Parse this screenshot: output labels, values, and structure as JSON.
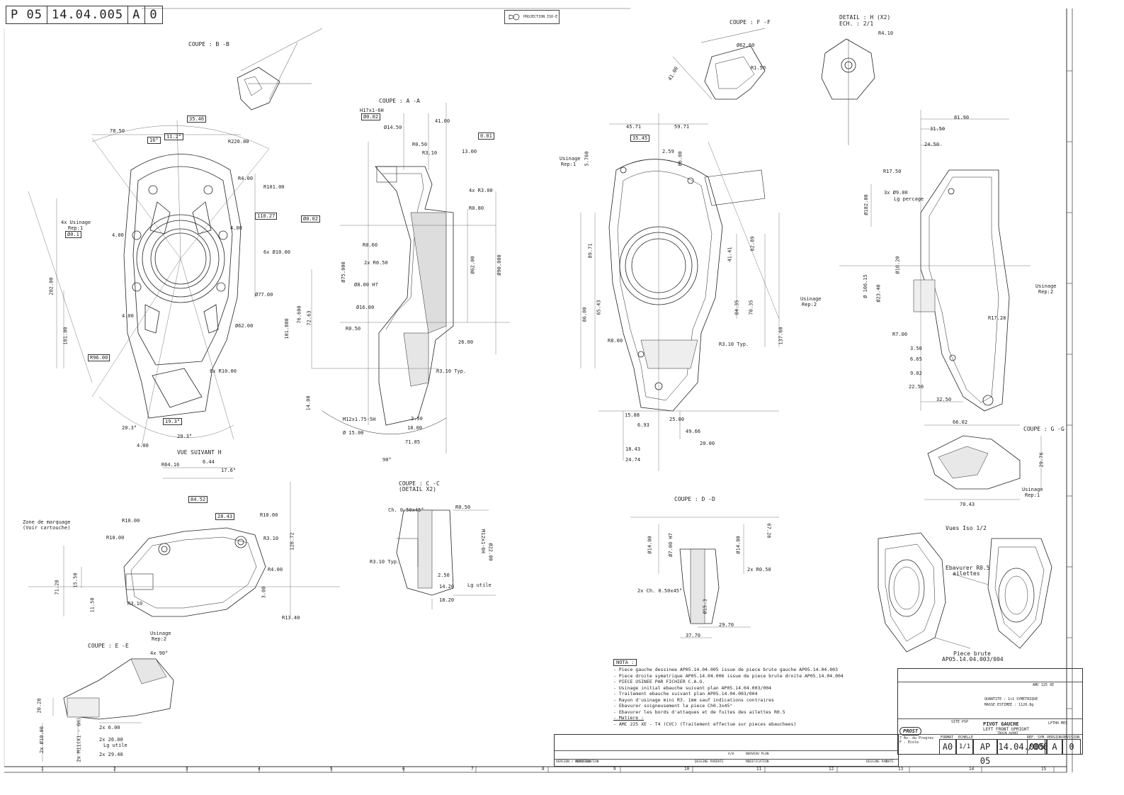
{
  "ref": [
    "P 05",
    "14.04.005",
    "A",
    "0"
  ],
  "projection": "PROJECTION ISO-E",
  "views": {
    "coupe_bb": "COUPE : B -B",
    "coupe_aa": "COUPE : A -A",
    "coupe_ff": "COUPE : F -F",
    "detail_h": "DETAIL : H (X2)",
    "detail_ech": "ECH. : 2/1",
    "vue_h": "VUE SUIVANT H",
    "coupe_cc": "COUPE : C -C",
    "coupe_cc_sub": "(DETAIL X2)",
    "coupe_dd": "COUPE : D -D",
    "coupe_ee": "COUPE : E -E",
    "coupe_gg": "COUPE : G -G",
    "vues_iso": "Vues Iso 1/2"
  },
  "dims": {
    "d3546": "35.46",
    "d7850": "78.50",
    "d1127": "11.2°",
    "d16": "16°",
    "r220": "R220.00",
    "r101": "R101.00",
    "r400": "R4.00",
    "d11027": "110.27",
    "d6x10": "6x Ø10.00",
    "d77": "Ø77.00",
    "d62": "Ø62.00",
    "r96": "R96.00",
    "r8x10": "8x R10.00",
    "d19": "19.3°",
    "d203": "20.3°",
    "d203b": "20.3°",
    "usin4x": "4x Usinage",
    "rep1": "Rep:1",
    "d01": "Ø0.1",
    "d2020": "202.00",
    "d101": "101.00",
    "d400a": "4.00",
    "d400b": "4.00",
    "d400c": "4.00",
    "d400d": "4.00",
    "h17": "H17x1-6H",
    "d002": "Ø0.02",
    "d1450": "Ø14.50",
    "d4100": "41.00",
    "d001": "0.01",
    "r050": "R0.50",
    "r310": "R3.10",
    "d1300": "13.00",
    "r4x3": "4x R3.00",
    "r080": "R0.80",
    "d0020a": "Ø0.02",
    "r060": "R0.60",
    "r2x050": "2x R0.50",
    "d800": "Ø8.00 H7",
    "d1600": "Ø16.00",
    "r050b": "R0.50",
    "d2600": "26.00",
    "r310typ": "R3.10 Typ.",
    "m12": "M12x1.75-5H",
    "d1500": "Ø 15.00",
    "d250": "2.50",
    "d1800": "18.00",
    "d7185": "71.85",
    "d90": "90°",
    "d7500": "Ø75.000",
    "d6200": "Ø62.00",
    "d9000": "Ø90.000",
    "d10180": "101.800",
    "d7660": "76.600",
    "d7263": "72.63",
    "d1400": "14.00",
    "d4571": "45.71",
    "d5971": "59.71",
    "d3545": "35.45",
    "d259": "2.59",
    "usin_rep1": "Usinage",
    "usin_rep1b": "Rep:1",
    "d5760": "5.760",
    "d8600": "86.00",
    "d6543": "65.43",
    "d8971": "89.71",
    "r800": "R8.00",
    "d1588": "15.88",
    "d693": "6.93",
    "d2500": "25.00",
    "d4966": "49.66",
    "d2000": "20.00",
    "d1843": "18.43",
    "d2474": "24.74",
    "r310typb": "R3.10 Typ.",
    "usin_rep2": "Usinage",
    "usin_rep2b": "Rep:2",
    "d13760": "137.60",
    "d7035": "70.35",
    "d8435": "84.35",
    "d6289": "62.89",
    "d4141": "41.41",
    "d4100ff": "41.00",
    "d5062": "Ø62.60",
    "r150": "R1.50",
    "r410": "R4.10",
    "d8190": "81.90",
    "d3150": "31.50",
    "d2450": "24.50",
    "r1750": "R17.50",
    "d3x9": "3x Ø9.00",
    "lg": "Lg percage",
    "d18200": "Ø182.00",
    "d10615": "Ø 106.15",
    "d1020": "Ø10.20",
    "d2340": "Ø23.40",
    "r1728": "R17.28",
    "r700": "R7.00",
    "d350": "3.50",
    "d665": "6.65",
    "d902": "9.02",
    "d2250": "22.50",
    "d3250": "32.50",
    "usin_rep2c": "Usinage",
    "usin_rep2d": "Rep:2",
    "d6602": "66.02",
    "d7043": "70.43",
    "d2976": "29.76",
    "usin_rep1c": "Usinage",
    "usin_rep1d": "Rep:1",
    "r6416": "R64.16",
    "d644": "6.44",
    "d176": "17.6°",
    "d84": "84.52",
    "d2843": "28.43",
    "r1000a": "R10.00",
    "r1000b": "R10.00",
    "r1000c": "R10.00",
    "r310c": "R3.10",
    "r400b": "R4.00",
    "r310d": "R3.10",
    "r1340": "R13.40",
    "zone": "Zone de marquage",
    "zone2": "(Voir cartouche)",
    "d7128": "71.28",
    "d1550": "15.50",
    "d1150": "11.50",
    "d12872": "128.72",
    "d300": "3.00",
    "ch050": "Ch. 0.50x45°",
    "r050c": "R0.50",
    "m12b": "M12x1-6H",
    "d2200": "Ø22.00",
    "r310e": "R3.10 Typ.",
    "d250b": "2.50",
    "d1420": "14.20",
    "lgu": "Lg utile",
    "d1820": "18.20",
    "d1400b": "Ø14.00",
    "d700": "Ø7.00 H7",
    "d1400c": "Ø14.00",
    "r2x050c": "2x R0.50",
    "ch2x": "2x Ch. 0.50x45°",
    "d153": "Ø15.3",
    "d2970": "29.70",
    "d3770": "37.70",
    "d6726": "67.26",
    "d2x6": "2x 6.00",
    "d2x26": "2x 26.00",
    "d2x29": "2x 29.40",
    "d2x10": "2x Ø10.00",
    "d2xm11": "2x M11(X1 - 6H)",
    "usin_rep2e": "Usinage",
    "usin_rep2f": "Rep:2",
    "d4x90": "4x 90°",
    "d2028": "20.28",
    "lg2": "Lg utile",
    "ebav": "Ebavurer R0.5",
    "ebav2": "ailettes",
    "piece_brute": "Piece brute",
    "piece_brute_ref": "AP05.14.04.003/004"
  },
  "notes": {
    "title": "NOTA :",
    "lines": [
      "- Piece gauche dessinee AP05.14.04.005 issue de piece brute gauche AP05.14.04.003",
      "- Piece droite symetrique AP05.14.04.006 issue de piece brute droite AP05.14.04.004",
      "",
      "- PIECE USINEE PAR FICHIER C.A.O.",
      "- Usinage initial ebauche suivant plan AP05.14.04.003/004",
      "- Traitement ebauche suivant plan AP05.14.04.003/004",
      "- Rayon d'usinage mini R3. 1mm sauf indications contraires",
      "- Ebavurer soigneusement la piece Ch0.3x45°",
      "- Ebavurer les bords d'attaques et de fuites des ailettes R0.5",
      "",
      "- Matiere :",
      "        - AMC 225 XE - T4 (CVC) (Traitement effectue sur pieces ebauchees)"
    ]
  },
  "title_block": {
    "company": "PROST",
    "site": "SITE PSP",
    "part_name": "PIVOT GAUCHE",
    "part_en": "LEFT FRONT UPRIGHT",
    "sub": "TRAIN AVANT",
    "format": "A0",
    "scale": "1/1",
    "ref1": "AP 05",
    "ref2": "14.04.005",
    "ref3": "/006",
    "ver": "A",
    "rev": "0",
    "hdr_format": "FORMAT",
    "hdr_echelle": "ECHELLE",
    "hdr_ref": "REF. SYM.",
    "hdr_version": "VERSION",
    "hdr_revision": "REVISION",
    "matiere": "AMC 225 XE",
    "address1": "7 Av. du Progres",
    "address2": "F - Ecole",
    "nb": "LFTHO MES",
    "quant": "QUANTITE : 1+1 SYMETRIQUE",
    "masse": "MASSE ESTIMEE : 1120.8g",
    "dessine": "DESSINE PAR",
    "date_h": "DATE"
  },
  "revision": {
    "a_label": "A/0",
    "a_text": "NOUVEAU PLAN",
    "version_label": "VERSION / REVISION",
    "modification": "MODIFICATION",
    "dessine_par": "DESSINE PAR",
    "date": "DATE"
  },
  "grid": [
    "1",
    "2",
    "3",
    "4",
    "5",
    "6",
    "7",
    "8",
    "9",
    "10",
    "11",
    "12",
    "13",
    "14",
    "15"
  ]
}
